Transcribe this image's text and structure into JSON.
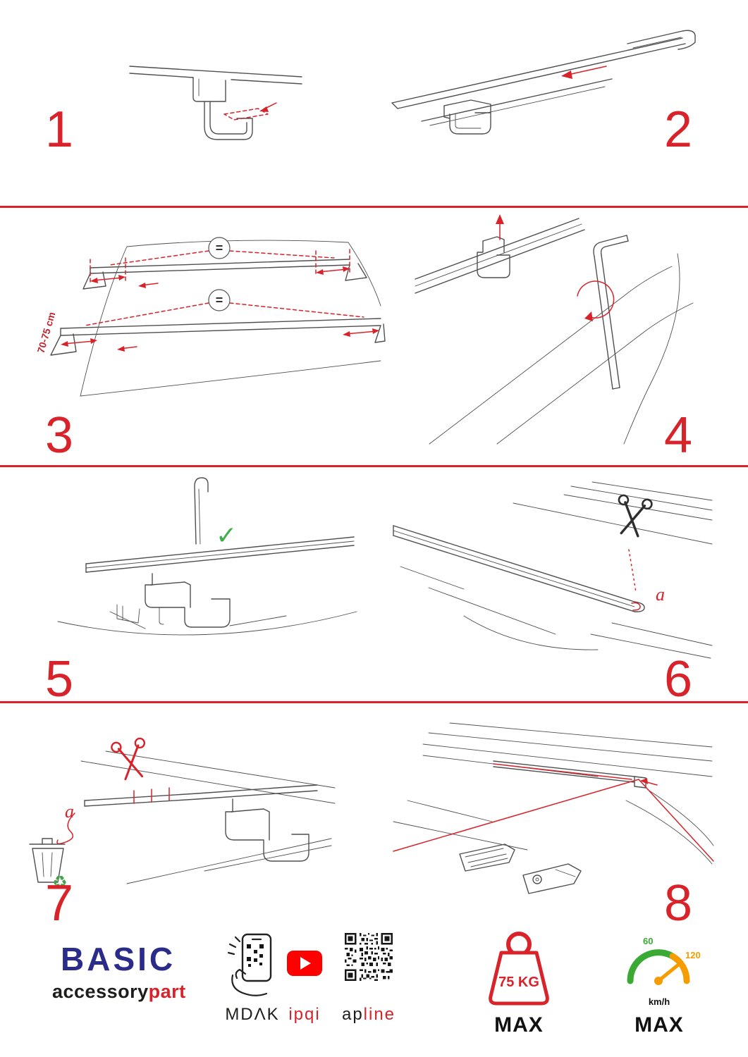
{
  "page": {
    "accent": "#d8232a",
    "line_color": "#4f4f4f"
  },
  "steps": {
    "step1": {
      "number": "1"
    },
    "step2": {
      "number": "2"
    },
    "step3": {
      "number": "3",
      "dimension_label": "70-75 cm",
      "equal_symbol_top": "=",
      "equal_symbol_bottom": "="
    },
    "step4": {
      "number": "4"
    },
    "step5": {
      "number": "5",
      "check_icon": "✓"
    },
    "step6": {
      "number": "6",
      "cut_label": "a"
    },
    "step7": {
      "number": "7",
      "cut_label": "a",
      "recycle_icon": "♻"
    },
    "step8": {
      "number": "8"
    }
  },
  "footer": {
    "brand_title": "BASIC",
    "brand_sub_black": "accessory",
    "brand_sub_red": "part",
    "partner_mdak": "MDΛK",
    "partner_ipqi": "ipqi",
    "partner_apline_black": "ap",
    "partner_apline_red": "line",
    "max_load": {
      "value": "75 KG",
      "label": "MAX"
    },
    "max_speed": {
      "tick_low": "60",
      "tick_high": "120",
      "unit": "km/h",
      "label": "MAX"
    }
  }
}
